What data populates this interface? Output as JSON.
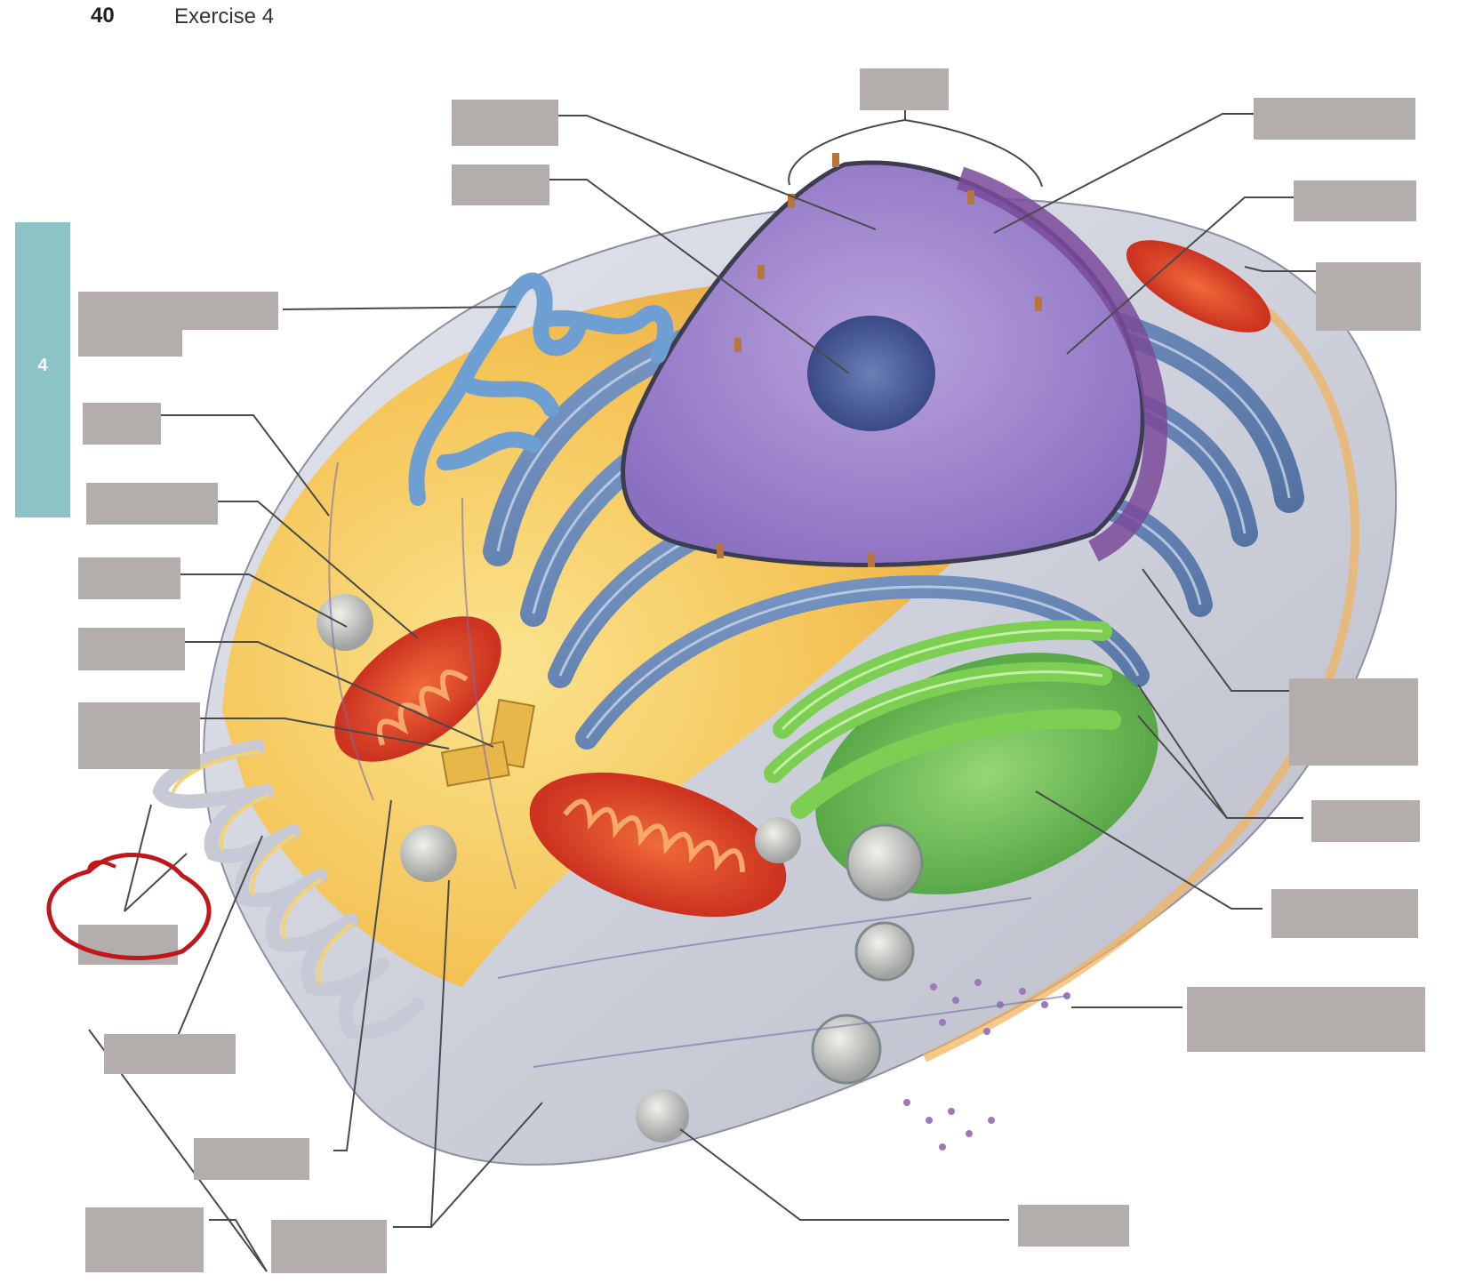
{
  "header": {
    "page_number": "40",
    "title": "Exercise 4"
  },
  "side_tab": {
    "number": "4",
    "color": "#8cc3c6"
  },
  "diagram": {
    "label_box_color": "#b3aeab",
    "annotation_color": "#c0161c",
    "labels": []
  }
}
